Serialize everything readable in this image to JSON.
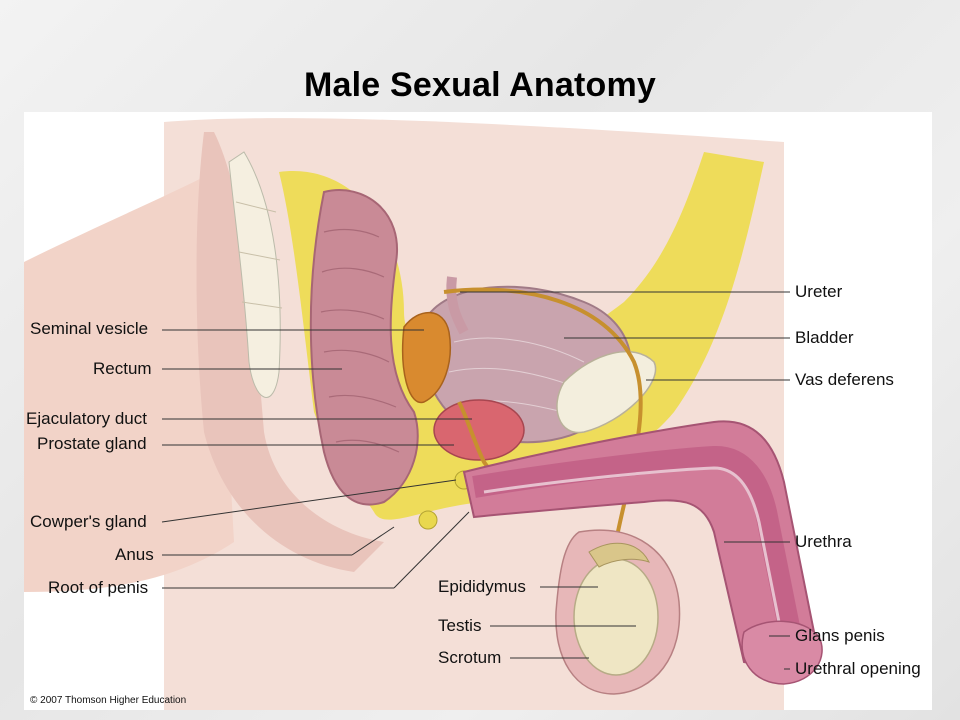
{
  "title": "Male Sexual Anatomy",
  "labels": {
    "seminal_vesicle": "Seminal vesicle",
    "rectum": "Rectum",
    "ejaculatory_duct": "Ejaculatory duct",
    "prostate_gland": "Prostate gland",
    "cowpers_gland": "Cowper's gland",
    "anus": "Anus",
    "root_of_penis": "Root of penis",
    "ureter": "Ureter",
    "bladder": "Bladder",
    "vas_deferens": "Vas deferens",
    "urethra": "Urethra",
    "glans_penis": "Glans penis",
    "urethral_opening": "Urethral opening",
    "epididymus": "Epididymus",
    "testis": "Testis",
    "scrotum": "Scrotum"
  },
  "copyright": "© 2007 Thomson Higher Education",
  "colors": {
    "skin": "#f2d8cf",
    "fat": "#efe05a",
    "bone": "#f5f0e0",
    "tissue_pink": "#d58aa0",
    "muscle": "#c27a8a",
    "bladder": "#c9a0ac",
    "vesicle": "#d9892f",
    "prostate": "#d4606b",
    "duct": "#c7902e",
    "erectile": "#cc6f93",
    "testis": "#efe6c4"
  }
}
